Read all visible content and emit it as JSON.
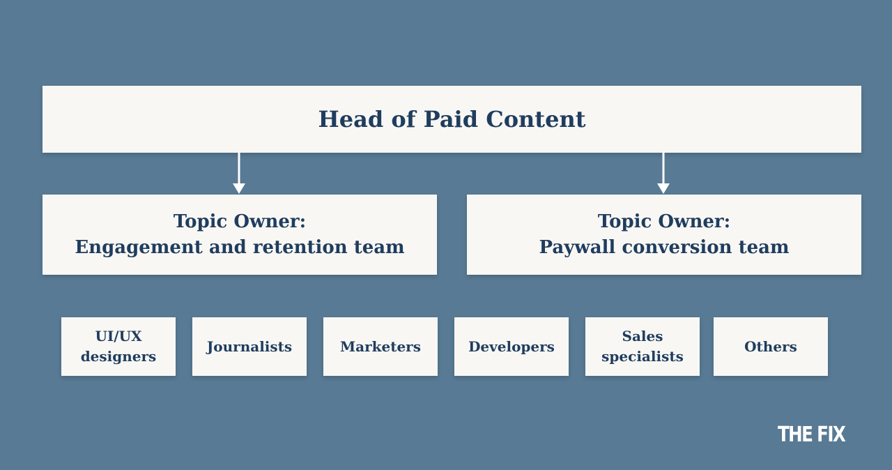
{
  "head": {
    "label": "Head of Paid Content"
  },
  "topic_owners": [
    {
      "line1": "Topic Owner:",
      "line2": "Engagement and retention team"
    },
    {
      "line1": "Topic Owner:",
      "line2": "Paywall conversion team"
    }
  ],
  "roles": [
    {
      "label": "UI/UX designers"
    },
    {
      "label": "Journalists"
    },
    {
      "label": "Marketers"
    },
    {
      "label": "Developers"
    },
    {
      "label": "Sales specialists"
    },
    {
      "label": "Others"
    }
  ],
  "logo": {
    "text": "THE FIX",
    "icon": "the-fix-logo-icon"
  },
  "colors": {
    "background": "#587a94",
    "box": "#f9f7f4",
    "text": "#1f3d5e",
    "connector": "#ffffff"
  }
}
